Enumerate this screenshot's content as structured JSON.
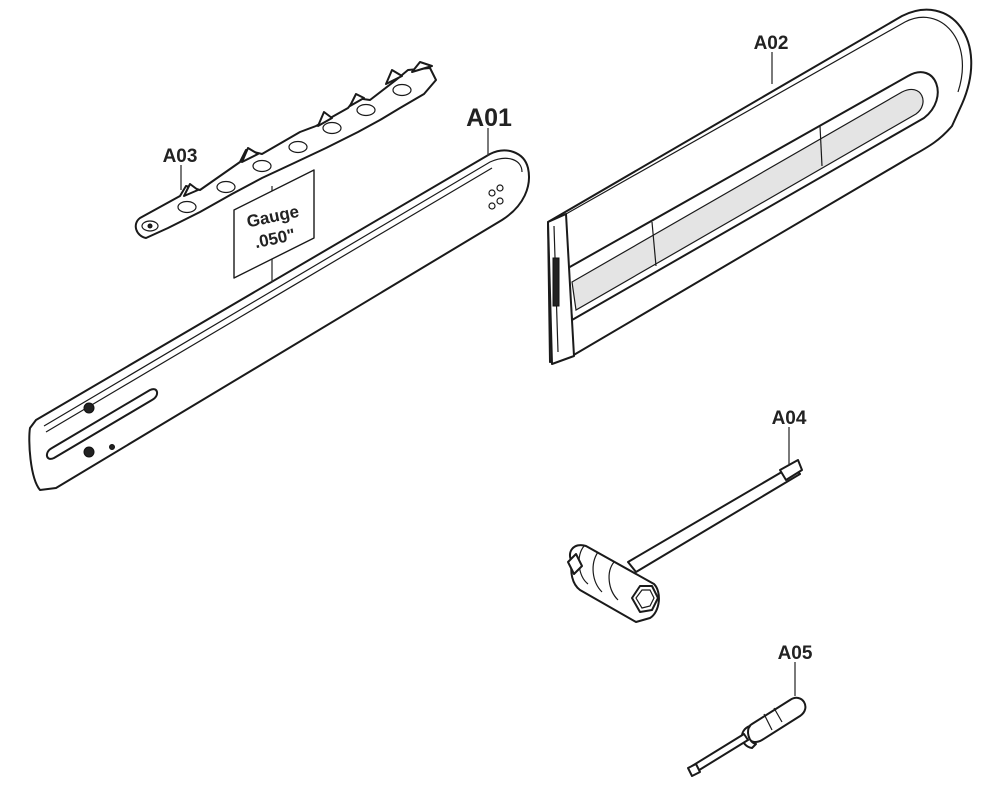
{
  "parts": {
    "a01": {
      "label": "A01"
    },
    "a02": {
      "label": "A02"
    },
    "a03": {
      "label": "A03"
    },
    "a04": {
      "label": "A04"
    },
    "a05": {
      "label": "A05"
    }
  },
  "gauge_tag": {
    "line1": "Gauge",
    "line2": ".050\""
  }
}
